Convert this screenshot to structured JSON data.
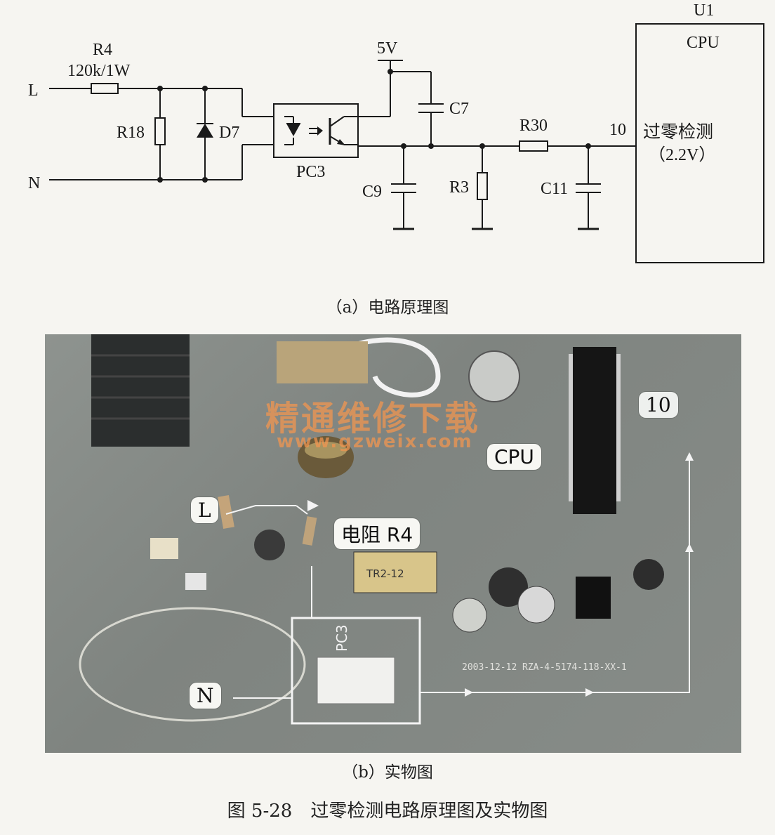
{
  "schematic": {
    "labels": {
      "L": "L",
      "N": "N",
      "R4": "R4",
      "R4_value": "120k/1W",
      "R18": "R18",
      "D7": "D7",
      "PC3": "PC3",
      "V5": "5V",
      "C7": "C7",
      "C9": "C9",
      "R3": "R3",
      "R30": "R30",
      "C11": "C11",
      "pin10": "10",
      "U1": "U1",
      "CPU": "CPU",
      "zero_detect": "过零检测",
      "voltage": "（2.2V）"
    },
    "caption": "（a）电路原理图"
  },
  "photo": {
    "labels": {
      "L": "L",
      "N": "N",
      "R4": "电阻 R4",
      "CPU": "CPU",
      "pin10": "10",
      "PC3": "PC3",
      "board_code": "RZA-4-5174-118-XX-1",
      "board_date": "2003-12-12",
      "transformer": "TR2-12"
    },
    "watermark_cn": "精通维修下载",
    "watermark_url": "www.gzweix.com",
    "caption": "（b）实物图"
  },
  "figure_caption": "图 5-28　过零检测电路原理图及实物图"
}
